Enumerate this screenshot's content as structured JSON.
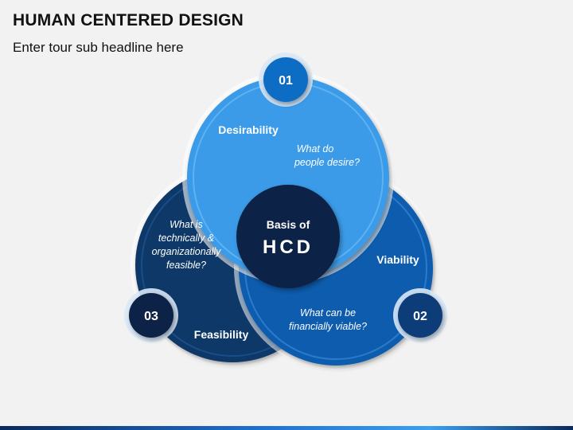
{
  "title": "HUMAN CENTERED DESIGN",
  "subtitle": "Enter tour sub headline here",
  "center": {
    "line1": "Basis of",
    "line2": "HCD"
  },
  "sections": [
    {
      "number": "01",
      "label": "Desirability",
      "question_1": "What do",
      "question_2": "people desire?",
      "color": "#3a9be8"
    },
    {
      "number": "02",
      "label": "Viability",
      "question_1": "What can be",
      "question_2": "financially viable?",
      "color": "#0b5cae"
    },
    {
      "number": "03",
      "label": "Feasibility",
      "question_1": "What is",
      "question_2": "technically &",
      "question_3": "organizationally",
      "question_4": "feasible?",
      "color": "#0c3868"
    }
  ],
  "colors": {
    "desirability": "#3a9be8",
    "viability": "#0b5cae",
    "feasibility": "#0c3868",
    "center": "#0b2447",
    "badge_01": "#0b6cc4",
    "badge_02": "#0b3c78",
    "badge_03": "#0b2447"
  }
}
